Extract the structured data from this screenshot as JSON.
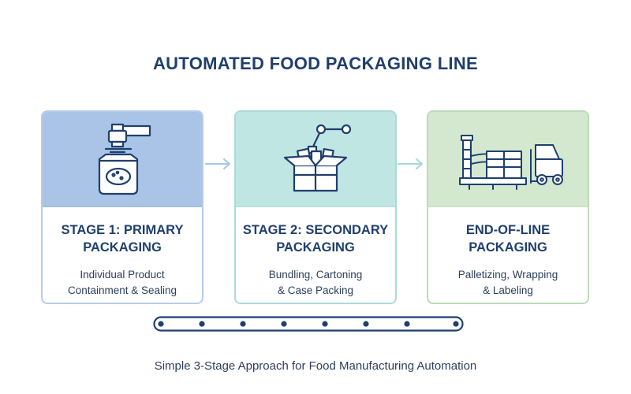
{
  "title": "AUTOMATED FOOD PACKAGING LINE",
  "stages": [
    {
      "heading": "STAGE 1: PRIMARY\nPACKAGING",
      "description": "Individual Product\nContainment & Sealing",
      "icon": "bag-sealing-machine-icon"
    },
    {
      "heading": "STAGE 2: SECONDARY\nPACKAGING",
      "description": "Bundling, Cartoning\n& Case Packing",
      "icon": "robot-arm-box-icon"
    },
    {
      "heading": "END-OF-LINE\nPACKAGING",
      "description": "Palletizing, Wrapping\n& Labeling",
      "icon": "pallet-forklift-icon"
    }
  ],
  "caption": "Simple 3-Stage Approach for Food Manufacturing Automation",
  "colors": {
    "title": "#1f3f6e",
    "stage1": "#a9c4e6",
    "stage2": "#bfe6e2",
    "stage3": "#d3e8cf",
    "icon_stroke": "#1f3f6e"
  }
}
